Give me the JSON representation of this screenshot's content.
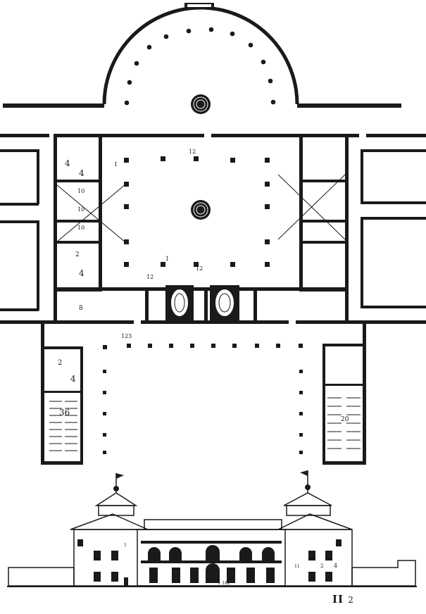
{
  "plate": {
    "number": "II",
    "sheet": "2"
  },
  "plan_labels": {
    "l4a": "4",
    "l4b": "4",
    "l4c": "4",
    "l4d": "4",
    "l10a": "10",
    "l10b": "10",
    "l10c": "10",
    "l8": "8",
    "l2a": "2",
    "l2b": "2",
    "l36": "36",
    "l20": "20",
    "l12a": "12",
    "l12b": "12",
    "l12c": "12",
    "l123": "123",
    "l1a": "1",
    "l1b": "1"
  },
  "elevation_labels": {
    "scale": "c 182",
    "e11": "11",
    "e2": "2",
    "e4": "4",
    "e1": "1"
  },
  "colors": {
    "ink": "#1a1a1a",
    "paper": "#ffffff"
  }
}
